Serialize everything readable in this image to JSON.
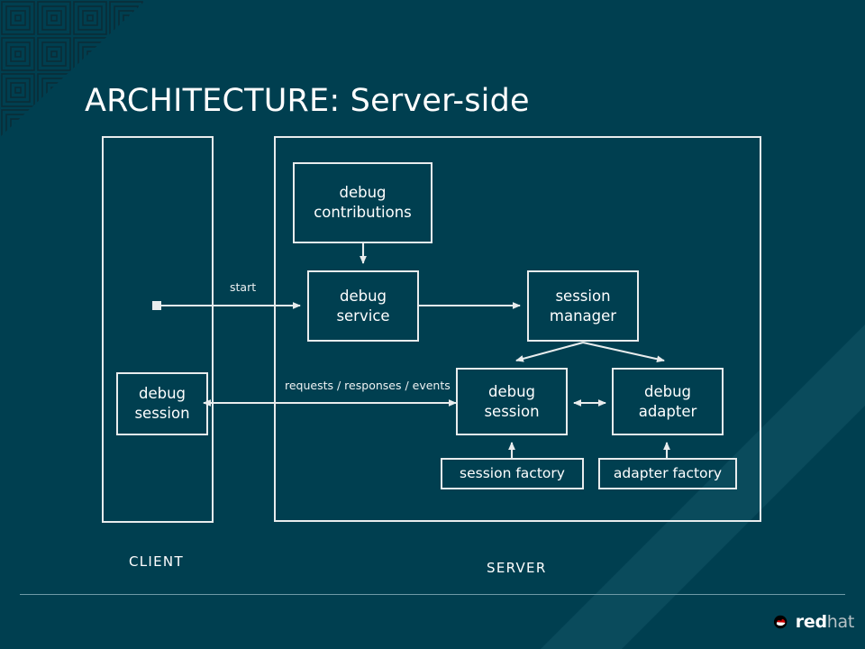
{
  "slide": {
    "title": "ARCHITECTURE: Server-side",
    "background_color": "#003f50",
    "line_color": "#e8eced",
    "accent_color": "#cc0000"
  },
  "zones": [
    {
      "id": "client",
      "label": "CLIENT"
    },
    {
      "id": "server",
      "label": "SERVER"
    }
  ],
  "nodes": [
    {
      "id": "debug-contributions",
      "label": "debug\ncontributions",
      "line1": "debug",
      "line2": "contributions"
    },
    {
      "id": "debug-service",
      "label": "debug\nservice",
      "line1": "debug",
      "line2": "service"
    },
    {
      "id": "session-manager",
      "label": "session\nmanager",
      "line1": "session",
      "line2": "manager"
    },
    {
      "id": "debug-session-server",
      "label": "debug\nsession",
      "line1": "debug",
      "line2": "session"
    },
    {
      "id": "debug-adapter",
      "label": "debug\nadapter",
      "line1": "debug",
      "line2": "adapter"
    },
    {
      "id": "session-factory",
      "label": "session factory",
      "line1": "session factory",
      "line2": ""
    },
    {
      "id": "adapter-factory",
      "label": "adapter factory",
      "line1": "adapter factory",
      "line2": ""
    },
    {
      "id": "debug-session-client",
      "label": "debug\nsession",
      "line1": "debug",
      "line2": "session"
    }
  ],
  "edges": [
    {
      "id": "start",
      "label": "start",
      "from": "client",
      "to": "debug-service"
    },
    {
      "id": "requests-responses-events",
      "label": "requests / responses / events",
      "from": "debug-session-client",
      "to": "debug-session-server"
    },
    {
      "id": "contributions-to-service",
      "label": "",
      "from": "debug-contributions",
      "to": "debug-service"
    },
    {
      "id": "service-to-manager",
      "label": "",
      "from": "debug-service",
      "to": "session-manager"
    },
    {
      "id": "manager-to-session",
      "label": "",
      "from": "session-manager",
      "to": "debug-session-server"
    },
    {
      "id": "manager-to-adapter",
      "label": "",
      "from": "session-manager",
      "to": "debug-adapter"
    },
    {
      "id": "session-adapter-bidi",
      "label": "",
      "from": "debug-session-server",
      "to": "debug-adapter"
    },
    {
      "id": "session-factory-to-session",
      "label": "",
      "from": "session-factory",
      "to": "debug-session-server"
    },
    {
      "id": "adapter-factory-to-adapter",
      "label": "",
      "from": "adapter-factory",
      "to": "debug-adapter"
    }
  ],
  "footer": {
    "brand_red": "red",
    "brand_hat": "hat"
  }
}
